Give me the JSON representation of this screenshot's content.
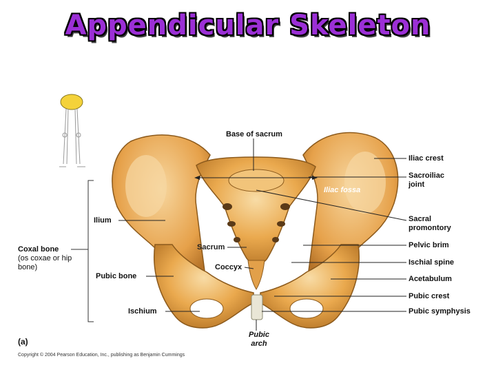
{
  "title": "Appendicular Skeleton",
  "labels": {
    "base_of_sacrum": "Base of sacrum",
    "iliac_crest": "Iliac crest",
    "sacroiliac_joint": "Sacroiliac joint",
    "iliac_fossa": "Iliac fossa",
    "ilium": "Ilium",
    "sacral_promontory": "Sacral promontory",
    "coxal_bone": "Coxal bone",
    "coxal_bone_alt": "(os coxae or hip bone)",
    "sacrum": "Sacrum",
    "pelvic_brim": "Pelvic brim",
    "coccyx": "Coccyx",
    "ischial_spine": "Ischial spine",
    "pubic_bone": "Pubic bone",
    "acetabulum": "Acetabulum",
    "pubic_crest": "Pubic crest",
    "ischium": "Ischium",
    "pubic_symphysis": "Pubic symphysis",
    "pubic_arch": "Pubic arch",
    "figure_tag": "(a)"
  },
  "copyright": "Copyright © 2004 Pearson Education, Inc., publishing as Benjamin Cummings",
  "colors": {
    "title": "#9b2fd6",
    "bone": "#e8a848",
    "bone_light": "#f6d49a",
    "bone_dark": "#b8772a",
    "cartilage": "#e9e6d6",
    "highlight": "#f4d23a"
  }
}
